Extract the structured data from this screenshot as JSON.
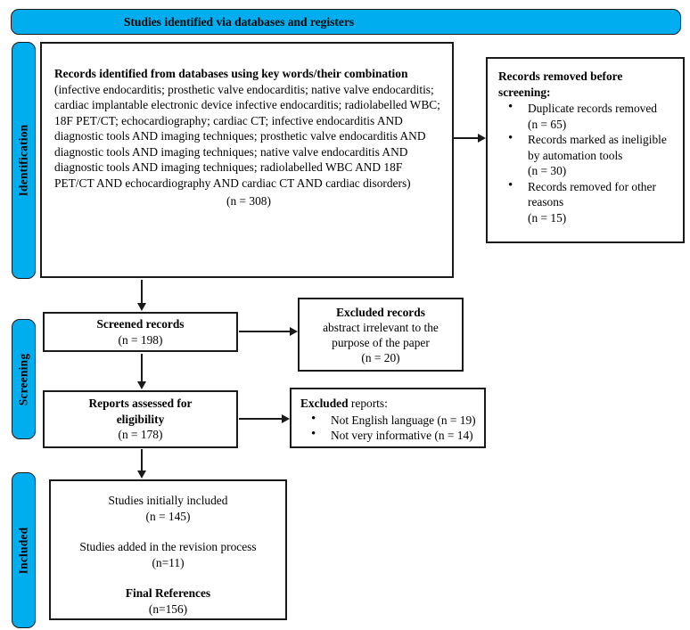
{
  "header": {
    "title": "Studies identified via databases and registers"
  },
  "colors": {
    "accent": "#00aeef",
    "border": "#1a1a1a"
  },
  "sidebar": {
    "identification": "Identification",
    "screening": "Screening",
    "included": "Included"
  },
  "identification_box": {
    "bold_lead": "Records identified from databases using key words/their combination",
    "body": " (infective endocarditis; prosthetic valve endocarditis; native valve endocarditis; cardiac implantable electronic device infective endocarditis; radiolabelled WBC; 18F PET/CT; echocardiography; cardiac CT; infective endocarditis AND diagnostic tools AND imaging techniques; prosthetic valve endocarditis AND diagnostic tools AND imaging techniques; native valve endocarditis AND diagnostic tools AND imaging techniques; radiolabelled WBC AND 18F PET/CT AND echocardiography AND cardiac CT AND cardiac disorders)",
    "count": "(n = 308)"
  },
  "removed_box": {
    "title": "Records removed before screening:",
    "items": [
      {
        "label": "Duplicate records removed",
        "count": "(n = 65)"
      },
      {
        "label": "Records marked as ineligible by automation tools",
        "count": "(n = 30)"
      },
      {
        "label": "Records removed for other reasons",
        "count": "(n = 15)"
      }
    ]
  },
  "screened_box": {
    "title": "Screened records",
    "count": "(n = 198)"
  },
  "excluded_records_box": {
    "title": "Excluded records",
    "body": "abstract irrelevant to the\npurpose of the paper",
    "count": "(n = 20)"
  },
  "reports_box": {
    "title": "Reports assessed for\neligibility",
    "count": "(n = 178)"
  },
  "excluded_reports_box": {
    "title_bold": "Excluded",
    "title_rest": " reports:",
    "items": [
      "Not English language (n = 19)",
      "Not very informative (n = 14)"
    ]
  },
  "included_box": {
    "line1": "Studies initially included",
    "count1": "(n = 145)",
    "line2": "Studies added in the revision process",
    "count2": "(n=11)",
    "line3": "Final References",
    "count3": "(n=156)"
  }
}
